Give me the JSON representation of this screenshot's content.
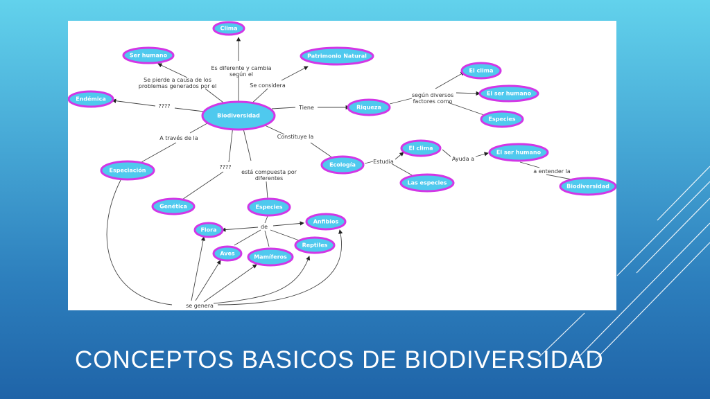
{
  "slide": {
    "title": "CONCEPTOS BASICOS DE BIODIVERSIDAD",
    "colors": {
      "background_top": "#62d2ec",
      "background_bottom": "#1f64a8",
      "node_fill": "#4fc9ee",
      "node_border": "#d236e6",
      "title_text": "#ffffff"
    }
  },
  "concept_map": {
    "nodes": {
      "clima_top": "Clima",
      "ser_humano_top": "Ser humano",
      "patrimonio": "Patrimonio Natural",
      "endemica": "Endémica",
      "biodiversidad": "Biodiversidad",
      "riqueza": "Riqueza",
      "el_clima_1": "El clima",
      "el_ser_humano_1": "El ser humano",
      "especies_r": "Especies",
      "especiacion": "Especiación",
      "ecologia": "Ecología",
      "el_clima_2": "El clima",
      "el_ser_humano_2": "El ser humano",
      "las_especies": "Las especies",
      "biodiversidad_2": "Biodiversidad",
      "genetica": "Genética",
      "especies": "Especies",
      "flora": "Flora",
      "anfibios": "Anfibios",
      "aves": "Aves",
      "mamiferos": "Mamíferos",
      "reptiles": "Reptiles"
    },
    "labels": {
      "es_diferente_1": "Es diferente y cambia",
      "es_diferente_2": "según el",
      "se_pierde_1": "Se pierde a causa de los",
      "se_pierde_2": "problemas generados por el",
      "se_considera": "Se considera",
      "q_endemica": "????",
      "tiene": "Tiene",
      "segun_1": "según diversos",
      "segun_2": "factores como",
      "a_traves": "A través de la",
      "constituye": "Constituye la",
      "q_genetica": "????",
      "compuesta_1": "está compuesta por",
      "compuesta_2": "diferentes",
      "estudia": "Estudia",
      "ayuda": "Ayuda a",
      "entender": "a entender la",
      "de": "de",
      "se_genera": "se genera"
    }
  }
}
